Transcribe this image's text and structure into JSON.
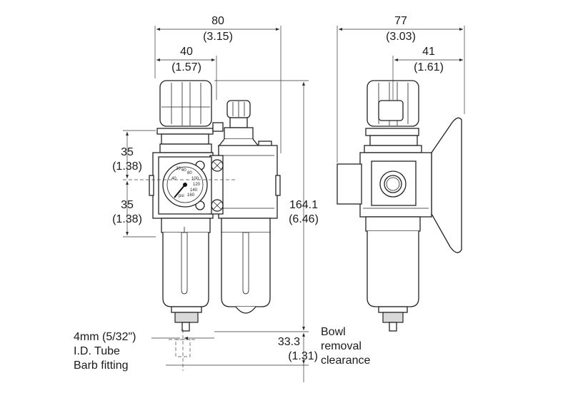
{
  "dimensions": {
    "width_total": {
      "mm": "80",
      "in": "(3.15)"
    },
    "width_half": {
      "mm": "40",
      "in": "(1.57)"
    },
    "depth_total": {
      "mm": "77",
      "in": "(3.03)"
    },
    "depth_half": {
      "mm": "41",
      "in": "(1.61)"
    },
    "upper_offset": {
      "mm": "35",
      "in": "(1.38)"
    },
    "lower_offset": {
      "mm": "35",
      "in": "(1.38)"
    },
    "height": {
      "mm": "164.1",
      "in": "(6.46)"
    },
    "bowl_clearance": {
      "mm": "33.3",
      "in": "(1.31)"
    }
  },
  "labels": {
    "fitting_line1": "4mm (5/32\")",
    "fitting_line2": "I.D. Tube",
    "fitting_line3": "Barb fitting",
    "bowl_line1": "Bowl",
    "bowl_line2": "removal",
    "bowl_line3": "clearance"
  },
  "gauge": {
    "unit": "psi",
    "scale": [
      "20",
      "40",
      "60",
      "80",
      "100",
      "120",
      "140",
      "160"
    ]
  }
}
